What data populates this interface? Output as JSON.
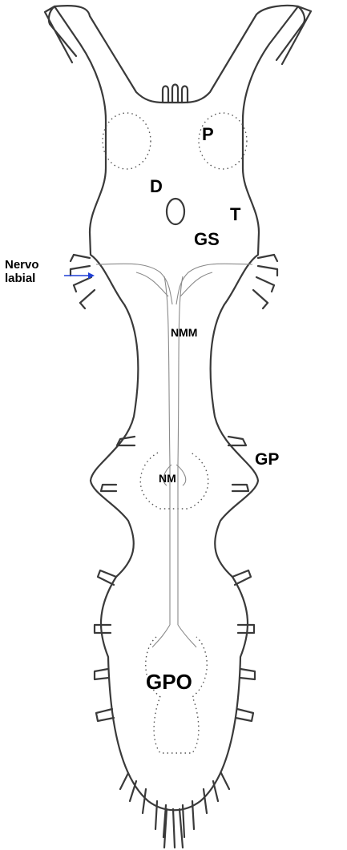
{
  "labels": {
    "p": "P",
    "d": "D",
    "t": "T",
    "gs": "GS",
    "nervo_line1": "Nervo",
    "nervo_line2": "labial",
    "nmm": "NMM",
    "gp": "GP",
    "nm": "NM",
    "gpo": "GPO"
  },
  "colors": {
    "outline": "#3a3a3a",
    "nerve_fibers": "#8a8a8a",
    "arrow": "#1f3fd6",
    "text": "#000000"
  }
}
